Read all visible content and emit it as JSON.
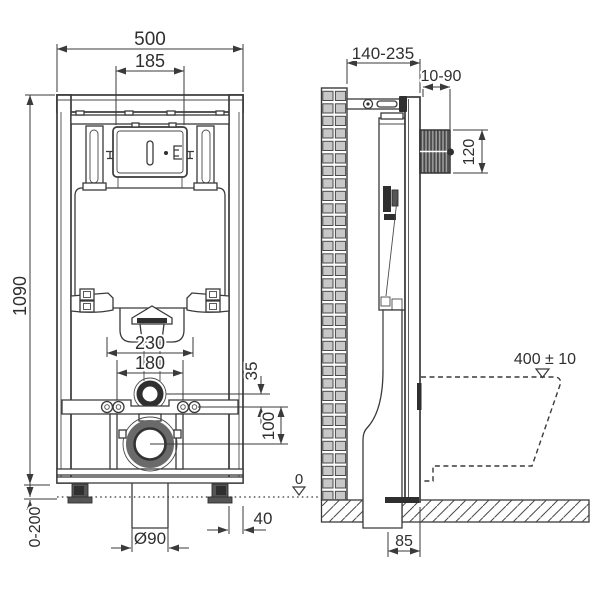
{
  "drawing": {
    "front": {
      "overall_width": "500",
      "cutout_width": "185",
      "height": "1090",
      "spacing_outer": "230",
      "spacing_inner": "180",
      "pipe_offset": "35",
      "drain_offset": "100",
      "foot_range": "0-200",
      "foot_width": "40",
      "drain_dia": "Ø90"
    },
    "side": {
      "depth_range": "140-235",
      "finish_range": "10-90",
      "plate_height": "120",
      "bowl_height": "400 ± 10",
      "floor_level": "0",
      "outlet_to_front": "85"
    },
    "colors": {
      "line": "#3a3a3a",
      "text": "#2f2f2f",
      "brick_fill": "#c8c8c8",
      "dark_fill": "#2f2f2f",
      "hatch": "#4a4a4a",
      "background": "#ffffff"
    }
  }
}
